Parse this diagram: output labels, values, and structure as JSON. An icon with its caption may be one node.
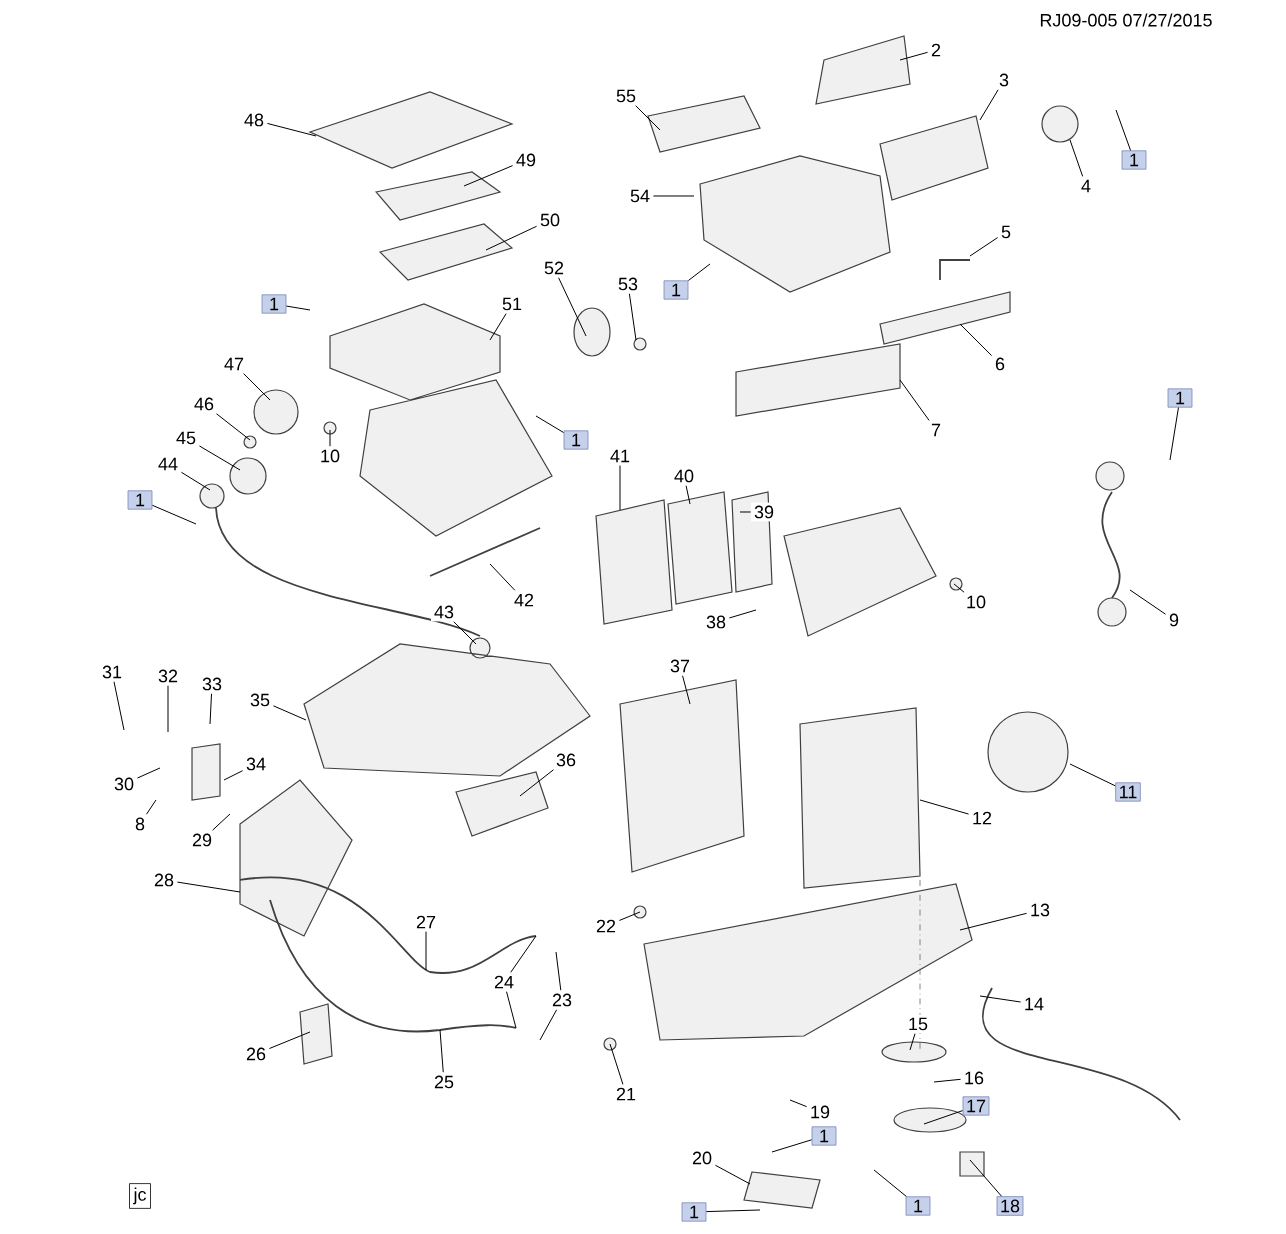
{
  "diagram": {
    "nodes": [
      {
        "text": [
          "48"
        ]
      },
      {
        "text": [
          "55"
        ]
      },
      {
        "text": [
          "2"
        ]
      },
      {
        "text": [
          "3"
        ]
      },
      {
        "text": [
          "1"
        ]
      },
      {
        "text": [
          "4"
        ]
      },
      {
        "text": [
          "49"
        ]
      },
      {
        "text": [
          "54"
        ]
      },
      {
        "text": [
          "50"
        ]
      },
      {
        "text": [
          "5"
        ]
      },
      {
        "text": [
          "52"
        ]
      },
      {
        "text": [
          "53"
        ]
      },
      {
        "text": [
          "1"
        ]
      },
      {
        "text": [
          "1"
        ]
      },
      {
        "text": [
          "51"
        ]
      },
      {
        "text": [
          "47"
        ]
      },
      {
        "text": [
          "6"
        ]
      },
      {
        "text": [
          "1"
        ]
      },
      {
        "text": [
          "46"
        ]
      },
      {
        "text": [
          "7"
        ]
      },
      {
        "text": [
          "45"
        ]
      },
      {
        "text": [
          "1"
        ]
      },
      {
        "text": [
          "10"
        ]
      },
      {
        "text": [
          "41"
        ]
      },
      {
        "text": [
          "44"
        ]
      },
      {
        "text": [
          "40"
        ]
      },
      {
        "text": [
          "1"
        ]
      },
      {
        "text": [
          "39"
        ]
      },
      {
        "text": [
          "10"
        ]
      },
      {
        "text": [
          "42"
        ]
      },
      {
        "text": [
          "43"
        ]
      },
      {
        "text": [
          "9"
        ]
      },
      {
        "text": [
          "38"
        ]
      },
      {
        "text": [
          "37"
        ]
      },
      {
        "text": [
          "32"
        ]
      },
      {
        "text": [
          "31"
        ]
      },
      {
        "text": [
          "33"
        ]
      },
      {
        "text": [
          "35"
        ]
      },
      {
        "text": [
          "34"
        ]
      },
      {
        "text": [
          "36"
        ]
      },
      {
        "text": [
          "30"
        ]
      },
      {
        "text": [
          "11"
        ]
      },
      {
        "text": [
          "12"
        ]
      },
      {
        "text": [
          "8"
        ]
      },
      {
        "text": [
          "29"
        ]
      },
      {
        "text": [
          "28"
        ]
      },
      {
        "text": [
          "13"
        ]
      },
      {
        "text": [
          "27"
        ]
      },
      {
        "text": [
          "22"
        ]
      },
      {
        "text": [
          "24"
        ]
      },
      {
        "text": [
          "23"
        ]
      },
      {
        "text": [
          "14"
        ]
      },
      {
        "text": [
          "15"
        ]
      },
      {
        "text": [
          "26"
        ]
      },
      {
        "text": [
          "16"
        ]
      },
      {
        "text": [
          "25"
        ]
      },
      {
        "text": [
          "21"
        ]
      },
      {
        "text": [
          "17"
        ]
      },
      {
        "text": [
          "19"
        ]
      },
      {
        "text": [
          "1"
        ]
      },
      {
        "text": [
          "20"
        ]
      },
      {
        "text": [
          "1"
        ]
      },
      {
        "text": [
          "18"
        ]
      },
      {
        "text": [
          "1"
        ]
      }
    ],
    "edges": [
      {
        "from": 0,
        "to": null,
        "arrow": "none"
      },
      {
        "from": 1,
        "to": null,
        "arrow": "none"
      },
      {
        "from": 2,
        "to": null,
        "arrow": "none"
      },
      {
        "from": 3,
        "to": null,
        "arrow": "none"
      },
      {
        "from": 4,
        "to": null,
        "arrow": "none"
      },
      {
        "from": 5,
        "to": null,
        "arrow": "none"
      },
      {
        "from": 6,
        "to": null,
        "arrow": "none"
      },
      {
        "from": 7,
        "to": null,
        "arrow": "none"
      },
      {
        "from": 8,
        "to": null,
        "arrow": "none"
      },
      {
        "from": 9,
        "to": null,
        "arrow": "none"
      },
      {
        "from": 10,
        "to": null,
        "arrow": "none"
      },
      {
        "from": 11,
        "to": null,
        "arrow": "none"
      },
      {
        "from": 12,
        "to": null,
        "arrow": "none"
      },
      {
        "from": 13,
        "to": null,
        "arrow": "none"
      },
      {
        "from": 14,
        "to": null,
        "arrow": "none"
      },
      {
        "from": 15,
        "to": null,
        "arrow": "none"
      },
      {
        "from": 16,
        "to": null,
        "arrow": "none"
      },
      {
        "from": 17,
        "to": null,
        "arrow": "none"
      },
      {
        "from": 18,
        "to": null,
        "arrow": "none"
      },
      {
        "from": 19,
        "to": null,
        "arrow": "none"
      },
      {
        "from": 20,
        "to": null,
        "arrow": "none"
      },
      {
        "from": 21,
        "to": null,
        "arrow": "none"
      },
      {
        "from": 22,
        "to": null,
        "arrow": "none"
      },
      {
        "from": 23,
        "to": null,
        "arrow": "none"
      },
      {
        "from": 24,
        "to": null,
        "arrow": "none"
      },
      {
        "from": 25,
        "to": null,
        "arrow": "none"
      },
      {
        "from": 26,
        "to": null,
        "arrow": "none"
      },
      {
        "from": 27,
        "to": null,
        "arrow": "none"
      },
      {
        "from": 28,
        "to": null,
        "arrow": "none"
      },
      {
        "from": 29,
        "to": null,
        "arrow": "none"
      },
      {
        "from": 30,
        "to": null,
        "arrow": "none"
      },
      {
        "from": 31,
        "to": null,
        "arrow": "none"
      },
      {
        "from": 32,
        "to": null,
        "arrow": "none"
      },
      {
        "from": 33,
        "to": null,
        "arrow": "none"
      },
      {
        "from": 34,
        "to": null,
        "arrow": "none"
      },
      {
        "from": 35,
        "to": null,
        "arrow": "none"
      },
      {
        "from": 36,
        "to": null,
        "arrow": "none"
      },
      {
        "from": 37,
        "to": null,
        "arrow": "none"
      },
      {
        "from": 38,
        "to": null,
        "arrow": "none"
      },
      {
        "from": 39,
        "to": null,
        "arrow": "none"
      },
      {
        "from": 40,
        "to": null,
        "arrow": "none"
      },
      {
        "from": 41,
        "to": null,
        "arrow": "none"
      },
      {
        "from": 42,
        "to": null,
        "arrow": "none"
      },
      {
        "from": 43,
        "to": null,
        "arrow": "none"
      },
      {
        "from": 44,
        "to": null,
        "arrow": "none"
      },
      {
        "from": 45,
        "to": null,
        "arrow": "none"
      },
      {
        "from": 46,
        "to": null,
        "arrow": "none"
      },
      {
        "from": 47,
        "to": null,
        "arrow": "none"
      },
      {
        "from": 48,
        "to": null,
        "arrow": "none"
      },
      {
        "from": 49,
        "to": null,
        "arrow": "none"
      },
      {
        "from": 50,
        "to": null,
        "arrow": "none"
      },
      {
        "from": 51,
        "to": null,
        "arrow": "none"
      },
      {
        "from": 52,
        "to": null,
        "arrow": "none"
      },
      {
        "from": 53,
        "to": null,
        "arrow": "none"
      },
      {
        "from": 54,
        "to": null,
        "arrow": "none"
      },
      {
        "from": 55,
        "to": null,
        "arrow": "none"
      },
      {
        "from": 56,
        "to": null,
        "arrow": "none"
      },
      {
        "from": 57,
        "to": null,
        "arrow": "none"
      },
      {
        "from": 58,
        "to": null,
        "arrow": "none"
      },
      {
        "from": 59,
        "to": null,
        "arrow": "none"
      },
      {
        "from": 60,
        "to": null,
        "arrow": "none"
      },
      {
        "from": 61,
        "to": null,
        "arrow": "none"
      },
      {
        "from": 62,
        "to": null,
        "arrow": "none"
      },
      {
        "from": 63,
        "to": null,
        "arrow": "none"
      },
      {
        "from": 49,
        "to": null,
        "arrow": "none"
      },
      {
        "from": 50,
        "to": null,
        "arrow": "none"
      }
    ],
    "labels": [
      "RJ09-005  07/27/2015",
      "jc"
    ]
  }
}
